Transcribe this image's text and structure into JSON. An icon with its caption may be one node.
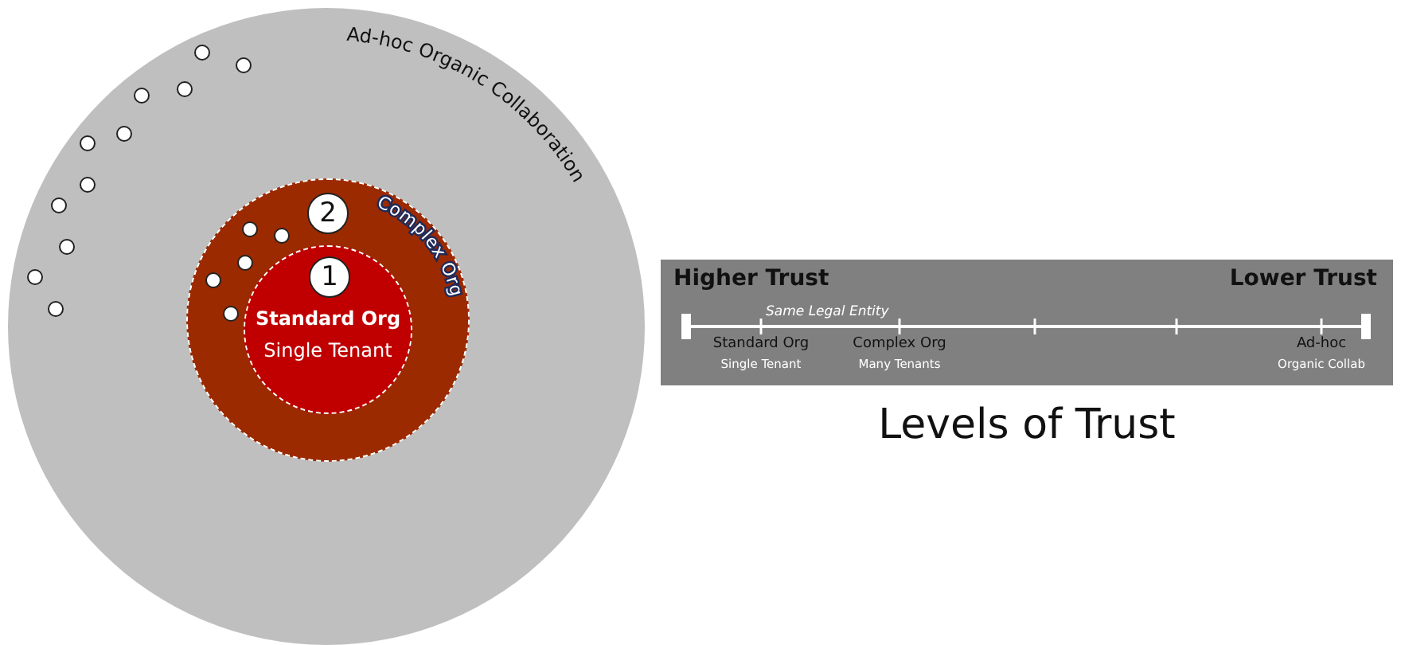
{
  "diagram": {
    "title": "Levels of Trust",
    "nodes": [
      {
        "text": [
          "Ad-hoc Organic Collaboration"
        ]
      },
      {
        "text": [
          "Complex Org"
        ],
        "in": 0
      },
      {
        "text": [
          "2"
        ],
        "in": 1
      },
      {
        "text": [
          "Standard Org",
          "Single Tenant"
        ],
        "in": 1
      },
      {
        "text": [
          "1"
        ],
        "in": 3
      },
      {
        "text": [
          "Higher Trust",
          "Lower Trust",
          "Same Legal Entity",
          "Standard Org",
          "Single Tenant",
          "Complex Org",
          "Many Tenants",
          "Ad-hoc",
          "Organic Collab"
        ]
      }
    ]
  }
}
